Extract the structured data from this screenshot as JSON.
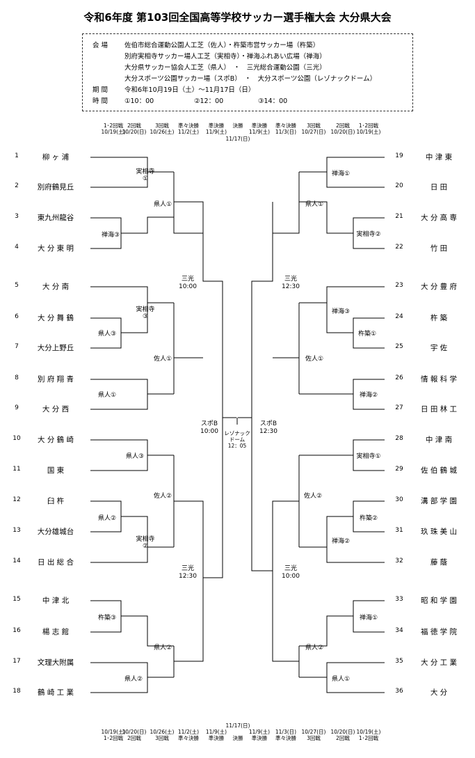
{
  "title": "令和6年度 第103回全国高等学校サッカー選手権大会 大分県大会",
  "info": {
    "venue_label": "会 場",
    "venue_lines": [
      "佐伯市総合運動公園人工芝（佐人）・杵築市営サッカー場（杵築）",
      "別府実相寺サッカー場人工芝（実相寺）・禅海ふれあい広場（禅海）",
      "大分県サッカー協会人工芝（県人）　・　三光総合運動公園（三光）",
      "大分スポーツ公園サッカー場（スポB）　・　大分スポーツ公園（レゾナックドーム）"
    ],
    "period_label": "期 間",
    "period_value": "令和6年10月19日（土）～11月17日（日）",
    "time_label": "時 間",
    "time_values": [
      "①10：00",
      "②12：00",
      "③14：00"
    ]
  },
  "header_top": {
    "rounds": [
      "1･2回戦",
      "2回戦",
      "3回戦",
      "準々決勝",
      "準決勝",
      "決勝",
      "準決勝",
      "準々決勝",
      "3回戦",
      "2回戦",
      "1･2回戦"
    ],
    "dates": [
      "10/19(土)",
      "10/20(日)",
      "10/26(土)",
      "11/2(土)",
      "11/9(土)",
      "",
      "11/9(土)",
      "11/3(日)",
      "10/27(日)",
      "10/20(日)",
      "10/19(土)"
    ],
    "final_date": "11/17(日)"
  },
  "header_bottom": {
    "final_date": "11/17(日)",
    "dates": [
      "10/19(土)",
      "10/20(日)",
      "10/26(土)",
      "11/2(土)",
      "11/9(土)",
      "",
      "11/9(土)",
      "11/3(日)",
      "10/27(日)",
      "10/20(日)",
      "10/19(土)"
    ],
    "rounds": [
      "1･2回戦",
      "2回戦",
      "3回戦",
      "準々決勝",
      "準決勝",
      "決勝",
      "準決勝",
      "準々決勝",
      "3回戦",
      "2回戦",
      "1･2回戦"
    ]
  },
  "left_teams": [
    {
      "num": "1",
      "name": "柳 ヶ 浦"
    },
    {
      "num": "2",
      "name": "別府鶴見丘"
    },
    {
      "num": "3",
      "name": "東九州龍谷"
    },
    {
      "num": "4",
      "name": "大 分 東 明"
    },
    {
      "num": "5",
      "name": "大 分 南"
    },
    {
      "num": "6",
      "name": "大 分 舞 鶴"
    },
    {
      "num": "7",
      "name": "大分上野丘"
    },
    {
      "num": "8",
      "name": "別 府 翔 青"
    },
    {
      "num": "9",
      "name": "大 分 西"
    },
    {
      "num": "10",
      "name": "大 分 鶴 崎"
    },
    {
      "num": "11",
      "name": "国 東"
    },
    {
      "num": "12",
      "name": "臼 杵"
    },
    {
      "num": "13",
      "name": "大分雄城台"
    },
    {
      "num": "14",
      "name": "日 出 総 合"
    },
    {
      "num": "15",
      "name": "中 津 北"
    },
    {
      "num": "16",
      "name": "楊 志 館"
    },
    {
      "num": "17",
      "name": "文理大附属"
    },
    {
      "num": "18",
      "name": "鶴 崎 工 業"
    }
  ],
  "right_teams": [
    {
      "num": "19",
      "name": "中 津 東"
    },
    {
      "num": "20",
      "name": "日 田"
    },
    {
      "num": "21",
      "name": "大 分 高 専"
    },
    {
      "num": "22",
      "name": "竹 田"
    },
    {
      "num": "23",
      "name": "大 分 豊 府"
    },
    {
      "num": "24",
      "name": "杵 築"
    },
    {
      "num": "25",
      "name": "宇 佐"
    },
    {
      "num": "26",
      "name": "情 報 科 学"
    },
    {
      "num": "27",
      "name": "日 田 林 工"
    },
    {
      "num": "28",
      "name": "中 津 南"
    },
    {
      "num": "29",
      "name": "佐 伯 鶴 城"
    },
    {
      "num": "30",
      "name": "溝 部 学 園"
    },
    {
      "num": "31",
      "name": "玖 珠 美 山"
    },
    {
      "num": "32",
      "name": "藤 蔭"
    },
    {
      "num": "33",
      "name": "昭 和 学 園"
    },
    {
      "num": "34",
      "name": "福 徳 学 院"
    },
    {
      "num": "35",
      "name": "大 分 工 業"
    },
    {
      "num": "36",
      "name": "大 分"
    }
  ],
  "venues": {
    "l_jisso1": "実相寺①",
    "l_zenkai3": "禅海③",
    "l_kenjin1_r3": "県人①",
    "l_kenjin3": "県人③",
    "l_jisso3": "実相寺③",
    "l_kenjin1_r2": "県人①",
    "l_sajin1": "佐人①",
    "l_sanko1": "三光 10:00",
    "l_kenjin3_b": "県人③",
    "l_kenjin2": "県人②",
    "l_jisso2": "実相寺②",
    "l_sajin2": "佐人②",
    "l_kitsuki3": "杵築③",
    "l_kenjin2_r2": "県人②",
    "l_kenjin2_r3": "県人②",
    "l_sanko2": "三光 12:30",
    "l_spob": "スポB 10:00",
    "r_zenkai1": "禅海①",
    "r_jisso2": "実相寺②",
    "r_kenjin1": "県人①",
    "r_zenkai3": "禅海③",
    "r_kitsuki1": "杵築①",
    "r_zenkai2": "禅海②",
    "r_sajin1": "佐人①",
    "r_sanko1": "三光 12:30",
    "r_jisso1": "実相寺①",
    "r_kitsuki2": "杵築②",
    "r_zenkai2_b": "禅海②",
    "r_sajin2": "佐人②",
    "r_zenkai1_b": "禅海①",
    "r_kenjin1_b": "県人①",
    "r_kenjin2": "県人②",
    "r_sanko2": "三光 10:00",
    "r_spob": "スポB 12:30",
    "final": "レゾナック ドーム 12：05"
  }
}
